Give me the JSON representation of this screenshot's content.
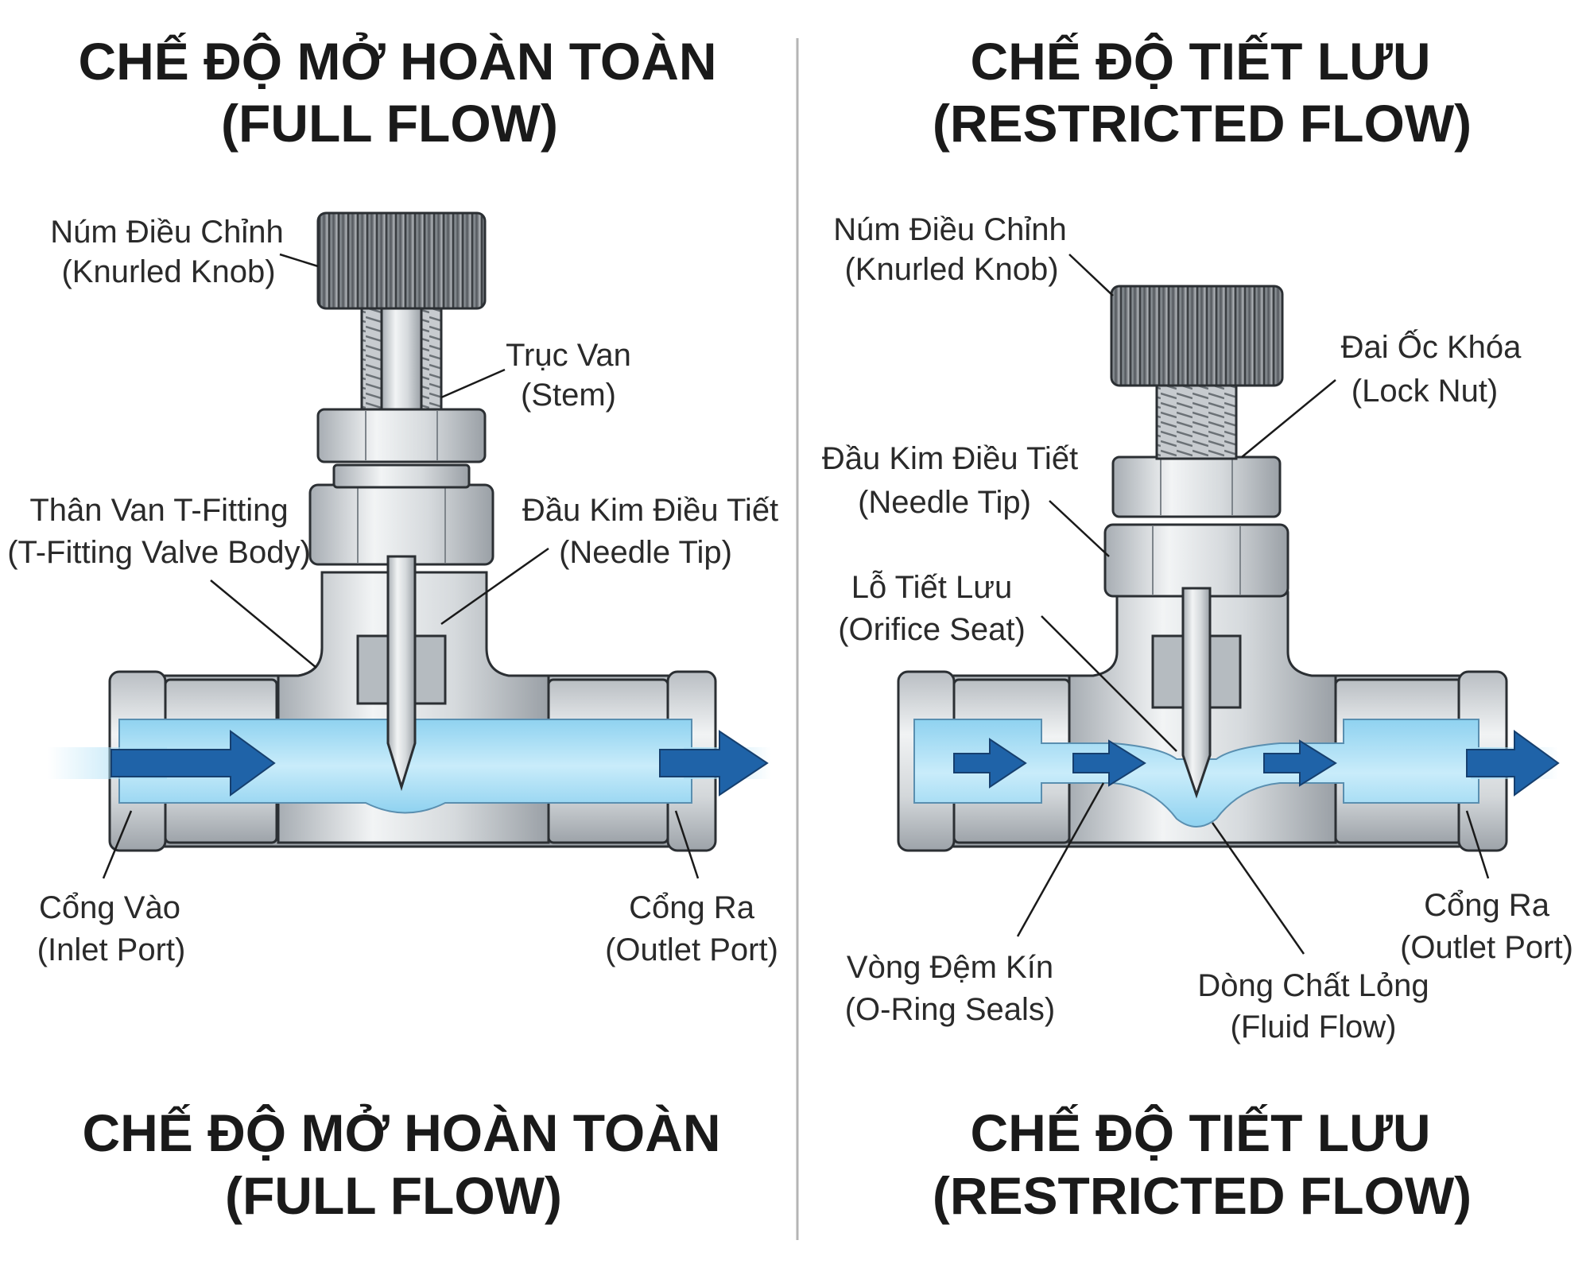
{
  "left_panel": {
    "title_line1": "CHẾ ĐỘ MỞ HOÀN TOÀN",
    "title_line2": "(FULL FLOW)",
    "labels": {
      "knob_vi": "Núm Điều Chỉnh",
      "knob_en": "(Knurled Knob)",
      "stem_vi": "Trục Van",
      "stem_en": "(Stem)",
      "body_vi": "Thân Van T-Fitting",
      "body_en": "(T-Fitting Valve Body)",
      "needle_vi": "Đầu Kim Điều Tiết",
      "needle_en": "(Needle Tip)",
      "inlet_vi": "Cổng Vào",
      "inlet_en": "(Inlet Port)",
      "outlet_vi": "Cổng Ra",
      "outlet_en": "(Outlet Port)"
    },
    "bottom_title_line1": "CHẾ ĐỘ MỞ HOÀN TOÀN",
    "bottom_title_line2": "(FULL FLOW)"
  },
  "right_panel": {
    "title_line1": "CHẾ ĐỘ TIẾT LƯU",
    "title_line2": "(RESTRICTED FLOW)",
    "labels": {
      "knob_vi": "Núm Điều Chỉnh",
      "knob_en": "(Knurled Knob)",
      "locknut_vi": "Đai Ốc Khóa",
      "locknut_en": "(Lock Nut)",
      "needle_vi": "Đầu Kim Điều Tiết",
      "needle_en": "(Needle Tip)",
      "orifice_vi": "Lỗ Tiết Lưu",
      "orifice_en": "(Orifice Seat)",
      "oring_vi": "Vòng Đệm Kín",
      "oring_en": "(O-Ring Seals)",
      "fluid_vi": "Dòng Chất Lỏng",
      "fluid_en": "(Fluid Flow)",
      "outlet_vi": "Cổng Ra",
      "outlet_en": "(Outlet Port)"
    },
    "bottom_title_line1": "CHẾ ĐỘ TIẾT LƯU",
    "bottom_title_line2": "(RESTRICTED FLOW)"
  },
  "colors": {
    "fluid": "#a9def5",
    "arrow": "#1f63a8",
    "metal_light": "#e9ebed",
    "metal_mid": "#c4c8cc",
    "metal_dark": "#8f959b",
    "knob_dark": "#4d5257"
  }
}
